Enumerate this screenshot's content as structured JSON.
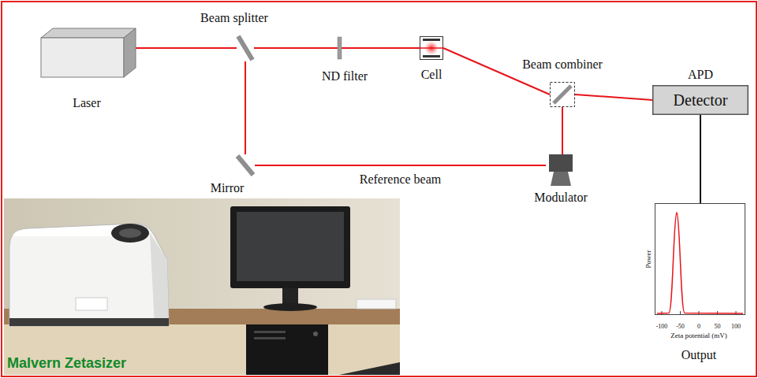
{
  "diagram": {
    "nodes": [
      {
        "text": [
          "Laser"
        ]
      },
      {
        "text": [
          "Beam splitter"
        ]
      },
      {
        "text": [
          "ND filter"
        ]
      },
      {
        "text": [
          "Cell"
        ]
      },
      {
        "text": [
          "Beam combiner"
        ]
      },
      {
        "text": [
          "APD",
          "Detector"
        ]
      },
      {
        "text": [
          "Mirror"
        ]
      },
      {
        "text": [
          "Modulator"
        ]
      },
      {
        "text": [
          "Power",
          "Zeta potential (mV)",
          "Output"
        ]
      }
    ],
    "edges": [
      {
        "from": 0,
        "to": 1,
        "arrow": "none"
      },
      {
        "from": 1,
        "to": 2,
        "arrow": "none"
      },
      {
        "from": 2,
        "to": 3,
        "arrow": "none"
      },
      {
        "from": 3,
        "to": 4,
        "arrow": "none"
      },
      {
        "from": 4,
        "to": 5,
        "arrow": "none"
      },
      {
        "from": 1,
        "to": 6,
        "arrow": "none"
      },
      {
        "from": 6,
        "to": 7,
        "label": "Reference beam",
        "arrow": "none"
      },
      {
        "from": 7,
        "to": 4,
        "arrow": "none"
      },
      {
        "from": 5,
        "to": 8,
        "arrow": "none"
      }
    ],
    "labels": [
      "-100",
      "-50",
      "0",
      "50",
      "100",
      "Malvern Zetasizer"
    ]
  }
}
